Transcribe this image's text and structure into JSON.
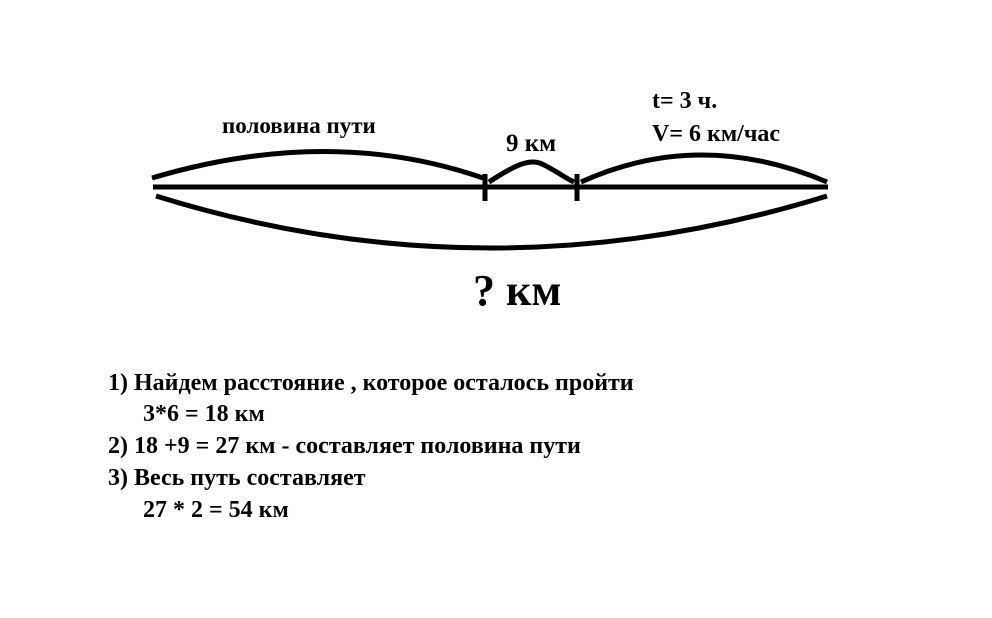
{
  "diagram": {
    "half_path_label": "половина пути",
    "segment_label": "9 км",
    "time_label": "t= 3 ч.",
    "speed_label": "V= 6 км/час",
    "total_label": "? км"
  },
  "solution": {
    "lines": [
      "1) Найдем расстояние , которое осталось пройти",
      "3*6 = 18 км",
      "2) 18 +9 = 27 км - составляет половина пути",
      "3) Весь путь составляет",
      "27 * 2 = 54 км"
    ]
  }
}
